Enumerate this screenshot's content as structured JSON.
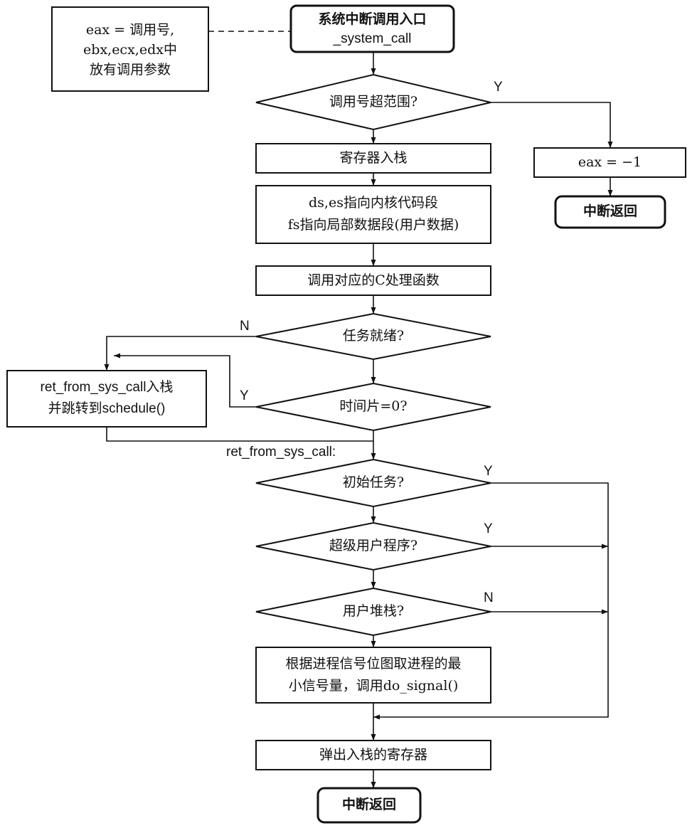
{
  "nodes": {
    "note": {
      "lines": [
        "eax = 调用号,",
        "ebx,ecx,edx中",
        "放有调用参数"
      ]
    },
    "entry": {
      "lines": [
        "系统中断调用入口",
        "_system_call"
      ]
    },
    "range_check": {
      "text": "调用号超范围?"
    },
    "eax_minus1": {
      "text": "eax = −1"
    },
    "int_return_right": {
      "text": "中断返回"
    },
    "push_regs": {
      "text": "寄存器入栈"
    },
    "set_segments": {
      "lines": [
        "ds,es指向内核代码段",
        "fs指向局部数据段(用户数据)"
      ]
    },
    "call_c_handler": {
      "text": "调用对应的C处理函数"
    },
    "task_ready": {
      "text": "任务就绪?"
    },
    "time_slice": {
      "text": "时间片=0?"
    },
    "ret_push": {
      "lines": [
        "ret_from_sys_call入栈",
        "并跳转到schedule()"
      ]
    },
    "ret_label": {
      "text": "ret_from_sys_call:"
    },
    "init_task": {
      "text": "初始任务?"
    },
    "super_user": {
      "text": "超级用户程序?"
    },
    "user_stack": {
      "text": "用户堆栈?"
    },
    "do_signal": {
      "lines": [
        "根据进程信号位图取进程的最",
        "小信号量，调用do_signal()"
      ]
    },
    "pop_regs": {
      "text": "弹出入栈的寄存器"
    },
    "int_return_bottom": {
      "text": "中断返回"
    }
  },
  "edge_labels": {
    "range_yes": "Y",
    "ready_no": "N",
    "slice_yes": "Y",
    "init_yes": "Y",
    "super_yes": "Y",
    "stack_no": "N"
  }
}
